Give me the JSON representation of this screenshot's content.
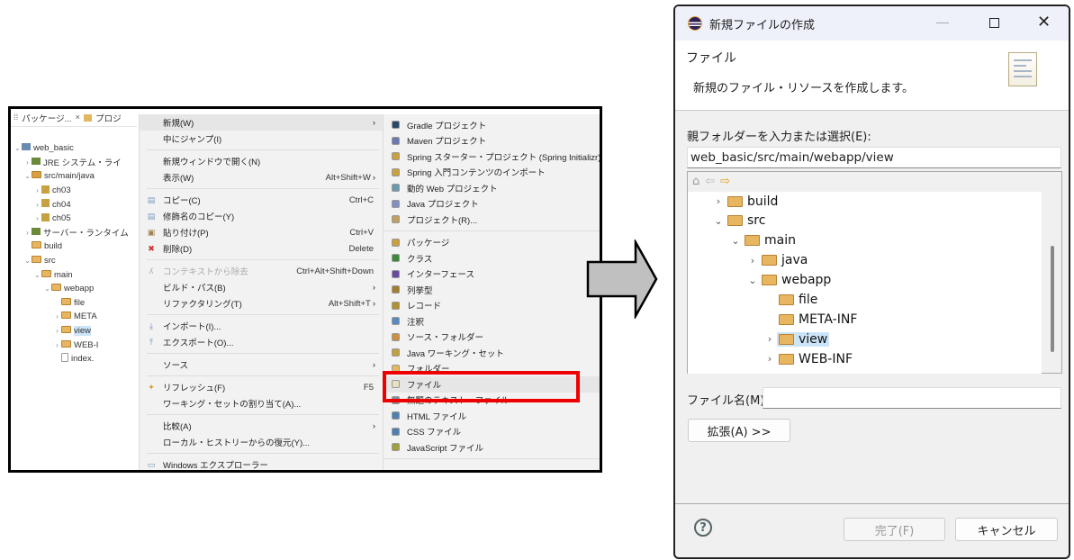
{
  "explorer": {
    "tabs": [
      "パッケージ...",
      "プロジ"
    ],
    "tree": [
      {
        "label": "web_basic",
        "twisty": "⌄",
        "icon": "project",
        "indent": 0
      },
      {
        "label": "JRE システム・ライ",
        "twisty": "›",
        "icon": "library",
        "indent": 1
      },
      {
        "label": "src/main/java",
        "twisty": "⌄",
        "icon": "source-folder",
        "indent": 1
      },
      {
        "label": "ch03",
        "twisty": "›",
        "icon": "package",
        "indent": 2
      },
      {
        "label": "ch04",
        "twisty": "›",
        "icon": "package",
        "indent": 2
      },
      {
        "label": "ch05",
        "twisty": "›",
        "icon": "package",
        "indent": 2
      },
      {
        "label": "サーバー・ランタイム",
        "twisty": "›",
        "icon": "library",
        "indent": 1
      },
      {
        "label": "build",
        "twisty": "",
        "icon": "folder",
        "indent": 1
      },
      {
        "label": "src",
        "twisty": "⌄",
        "icon": "folder",
        "indent": 1
      },
      {
        "label": "main",
        "twisty": "⌄",
        "icon": "folder",
        "indent": 2
      },
      {
        "label": "webapp",
        "twisty": "⌄",
        "icon": "folder",
        "indent": 3
      },
      {
        "label": "file",
        "twisty": "",
        "icon": "folder",
        "indent": 4
      },
      {
        "label": "META",
        "twisty": "›",
        "icon": "folder",
        "indent": 4
      },
      {
        "label": "view",
        "twisty": "›",
        "icon": "folder",
        "indent": 4,
        "selected": true
      },
      {
        "label": "WEB-I",
        "twisty": "›",
        "icon": "folder",
        "indent": 4
      },
      {
        "label": "index.",
        "twisty": "",
        "icon": "file",
        "indent": 4
      }
    ]
  },
  "context_menu": [
    {
      "label": "新規(W)",
      "sub": true,
      "highlight": true
    },
    {
      "label": "中にジャンプ(I)"
    },
    {
      "sep": true
    },
    {
      "label": "新規ウィンドウで開く(N)"
    },
    {
      "label": "表示(W)",
      "shortcut": "Alt+Shift+W",
      "sub": true
    },
    {
      "sep": true
    },
    {
      "label": "コピー(C)",
      "shortcut": "Ctrl+C",
      "icon": "copy"
    },
    {
      "label": "修飾名のコピー(Y)",
      "icon": "copy"
    },
    {
      "label": "貼り付け(P)",
      "shortcut": "Ctrl+V",
      "icon": "paste"
    },
    {
      "label": "削除(D)",
      "shortcut": "Delete",
      "icon": "delete"
    },
    {
      "sep": true
    },
    {
      "label": "コンテキストから除去",
      "shortcut": "Ctrl+Alt+Shift+Down",
      "disabled": true,
      "icon": "remove"
    },
    {
      "label": "ビルド・パス(B)",
      "sub": true
    },
    {
      "label": "リファクタリング(T)",
      "shortcut": "Alt+Shift+T",
      "sub": true
    },
    {
      "sep": true
    },
    {
      "label": "インポート(I)...",
      "icon": "import"
    },
    {
      "label": "エクスポート(O)...",
      "icon": "export"
    },
    {
      "sep": true
    },
    {
      "label": "ソース",
      "sub": true
    },
    {
      "sep": true
    },
    {
      "label": "リフレッシュ(F)",
      "shortcut": "F5",
      "icon": "refresh"
    },
    {
      "label": "ワーキング・セットの割り当て(A)..."
    },
    {
      "sep": true
    },
    {
      "label": "比較(A)",
      "sub": true
    },
    {
      "label": "ローカル・ヒストリーからの復元(Y)..."
    },
    {
      "sep": true
    },
    {
      "label": "Windows エクスプローラー",
      "icon": "explorer"
    }
  ],
  "submenu": [
    {
      "label": "Gradle プロジェクト",
      "color": "#2a4a6a"
    },
    {
      "label": "Maven プロジェクト",
      "color": "#6a7ab0"
    },
    {
      "label": "Spring スターター・プロジェクト (Spring Initializr)",
      "color": "#c9a040"
    },
    {
      "label": "Spring 入門コンテンツのインポート",
      "color": "#c9a040"
    },
    {
      "label": "動的 Web プロジェクト",
      "color": "#6a9ab0"
    },
    {
      "label": "Java プロジェクト",
      "color": "#8090c0"
    },
    {
      "label": "プロジェクト(R)...",
      "color": "#c0a060"
    },
    {
      "sep": true
    },
    {
      "label": "パッケージ",
      "color": "#c8a040"
    },
    {
      "label": "クラス",
      "color": "#3a8a3a"
    },
    {
      "label": "インターフェース",
      "color": "#6a4aa0"
    },
    {
      "label": "列挙型",
      "color": "#a08030"
    },
    {
      "label": "レコード",
      "color": "#b09030"
    },
    {
      "label": "注釈",
      "color": "#5a8ac0"
    },
    {
      "label": "ソース・フォルダー",
      "color": "#c89040"
    },
    {
      "label": "Java ワーキング・セット",
      "color": "#c0a040"
    },
    {
      "label": "フォルダー",
      "color": "#e0b860"
    },
    {
      "label": "ファイル",
      "color": "#e8e0c0",
      "highlight": true
    },
    {
      "label": "無題のテキスト・ファイル",
      "color": "#8090a0"
    },
    {
      "label": "HTML ファイル",
      "color": "#5080b0"
    },
    {
      "label": "CSS ファイル",
      "color": "#5080b0"
    },
    {
      "label": "JavaScript ファイル",
      "color": "#a0a040"
    },
    {
      "sep": true
    }
  ],
  "dialog": {
    "title": "新規ファイルの作成",
    "header_title": "ファイル",
    "header_desc": "新規のファイル・リソースを作成します。",
    "parent_label": "親フォルダーを入力または選択(E):",
    "parent_value": "web_basic/src/main/webapp/view",
    "tree": [
      {
        "label": "build",
        "twisty": "›",
        "indent": 0
      },
      {
        "label": "src",
        "twisty": "⌄",
        "indent": 0
      },
      {
        "label": "main",
        "twisty": "⌄",
        "indent": 1
      },
      {
        "label": "java",
        "twisty": "›",
        "indent": 2
      },
      {
        "label": "webapp",
        "twisty": "⌄",
        "indent": 2
      },
      {
        "label": "file",
        "twisty": "",
        "indent": 3
      },
      {
        "label": "META-INF",
        "twisty": "",
        "indent": 3
      },
      {
        "label": "view",
        "twisty": "›",
        "indent": 3,
        "selected": true
      },
      {
        "label": "WEB-INF",
        "twisty": "›",
        "indent": 3
      }
    ],
    "filename_label": "ファイル名(M):",
    "filename_value": "",
    "advanced_button": "拡張(A) >>",
    "finish_button": "完了(F)",
    "cancel_button": "キャンセル"
  },
  "colors": {
    "highlight_box": "#ee0000",
    "selection": "#cce4f7",
    "arrow": "#c0c0c0"
  }
}
